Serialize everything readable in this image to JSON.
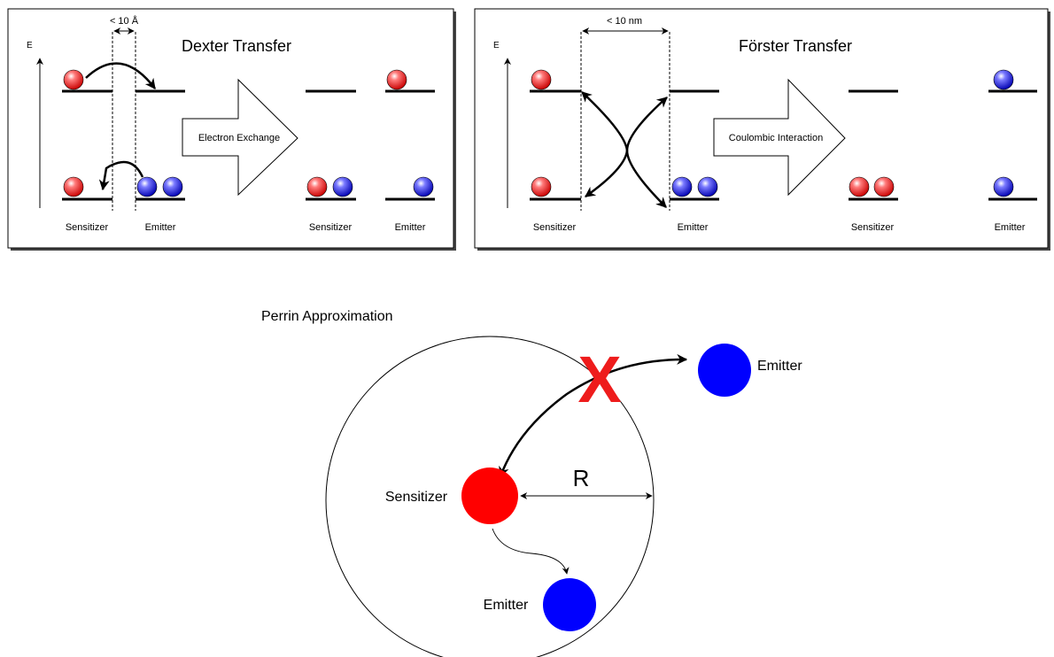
{
  "dexter": {
    "title": "Dexter Transfer",
    "axis_label": "E",
    "distance_label": "< 10 Å",
    "arrow_label": "Electron Exchange",
    "label_sensitizer_before": "Sensitizer",
    "label_emitter_before": "Emitter",
    "label_sensitizer_after": "Sensitizer",
    "label_emitter_after": "Emitter"
  },
  "forster": {
    "title": "Förster Transfer",
    "axis_label": "E",
    "distance_label": "< 10 nm",
    "arrow_label": "Coulombic Interaction",
    "label_sensitizer_before": "Sensitizer",
    "label_emitter_before": "Emitter",
    "label_sensitizer_after": "Sensitizer",
    "label_emitter_after": "Emitter"
  },
  "perrin": {
    "title": "Perrin Approximation",
    "radius_label": "R",
    "sensitizer_label": "Sensitizer",
    "emitter_inside_label": "Emitter",
    "emitter_outside_label": "Emitter",
    "blocked_mark": "X"
  },
  "colors": {
    "sensitizer": "#ff0000",
    "emitter": "#0000ff",
    "blocked": "#ee1c1c",
    "frame": "#555555"
  }
}
